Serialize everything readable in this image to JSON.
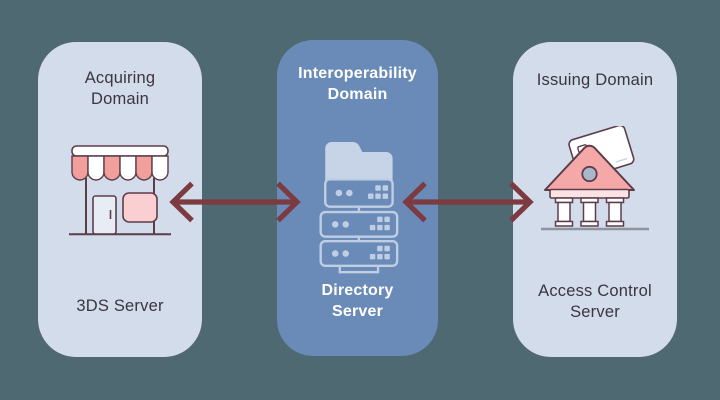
{
  "colors": {
    "background": "#4E6971",
    "card_light": "#D3DCEA",
    "card_accent": "#6A8AB7",
    "arrow": "#7C3A41",
    "text_dark": "#3B3542",
    "text_light": "#FFFFFF"
  },
  "domains": [
    {
      "title": "Acquiring Domain",
      "server": "3DS Server",
      "icon": "storefront-icon"
    },
    {
      "title": "Interoperability Domain",
      "server": "Directory Server",
      "icon": "server-stack-icon"
    },
    {
      "title": "Issuing Domain",
      "server": "Access Control Server",
      "icon": "bank-icon"
    }
  ],
  "connections": [
    {
      "from": "Acquiring Domain",
      "to": "Interoperability Domain",
      "type": "bidirectional-arrow"
    },
    {
      "from": "Interoperability Domain",
      "to": "Issuing Domain",
      "type": "bidirectional-arrow"
    }
  ]
}
